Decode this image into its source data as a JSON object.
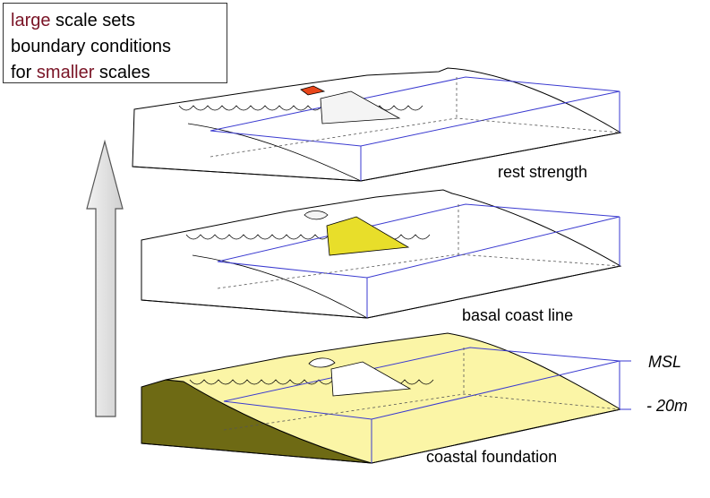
{
  "legend": {
    "line1": {
      "highlight": "large",
      "rest": " scale sets"
    },
    "line2": "boundary conditions",
    "line3": {
      "prefix": "for ",
      "highlight": "smaller",
      "rest": " scales"
    }
  },
  "labels": {
    "top": "rest strength",
    "middle": "basal coast line",
    "bottom": "coastal foundation",
    "msl": "MSL",
    "depth": "- 20m"
  },
  "colors": {
    "highlight_text": "#7a1426",
    "frame_blue": "#3a3ad0",
    "sand_yellow": "#fbf5a6",
    "olive_side": "#6e6a14",
    "yellow_block": "#e8de2a",
    "red_block": "#e8461a",
    "arrow_fill": "#e3e3e3"
  }
}
